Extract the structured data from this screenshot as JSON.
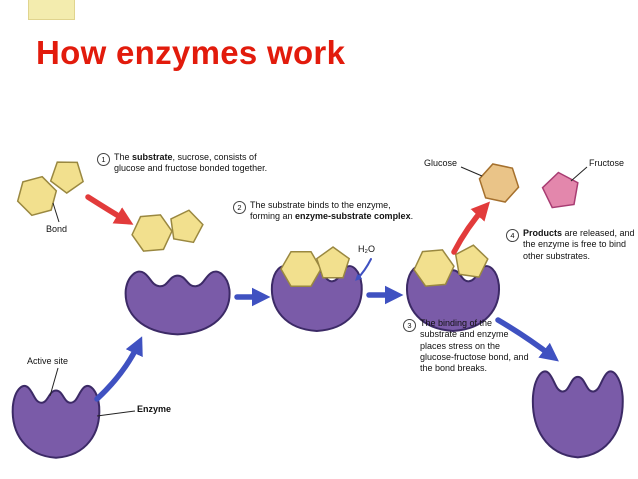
{
  "slide": {
    "title": "How enzymes work"
  },
  "steps": {
    "s1": {
      "num": "1",
      "pre": "The ",
      "bold": "substrate",
      "post": ", sucrose, consists of glucose and fructose bonded together."
    },
    "s2": {
      "num": "2",
      "pre": "The substrate binds to the enzyme, forming an ",
      "bold": "enzyme-substrate complex",
      "post": "."
    },
    "s3": {
      "num": "3",
      "text": "The binding of the substrate and enzyme places stress on the glucose-fructose bond, and the bond breaks."
    },
    "s4": {
      "num": "4",
      "bold": "Products",
      "post": " are released, and the enzyme is free to bind other substrates."
    }
  },
  "labels": {
    "bond": "Bond",
    "active_site": "Active site",
    "enzyme": "Enzyme",
    "glucose": "Glucose",
    "fructose": "Fructose",
    "water": "H₂O"
  },
  "colors": {
    "title_red": "#e21b0c",
    "enzyme_purple": "#7a5ba8",
    "substrate_yellow": "#f2e08e",
    "glucose_tan": "#eac488",
    "fructose_pink": "#e387ac",
    "arrow_red": "#e23b3b",
    "arrow_blue": "#3f51c1"
  }
}
